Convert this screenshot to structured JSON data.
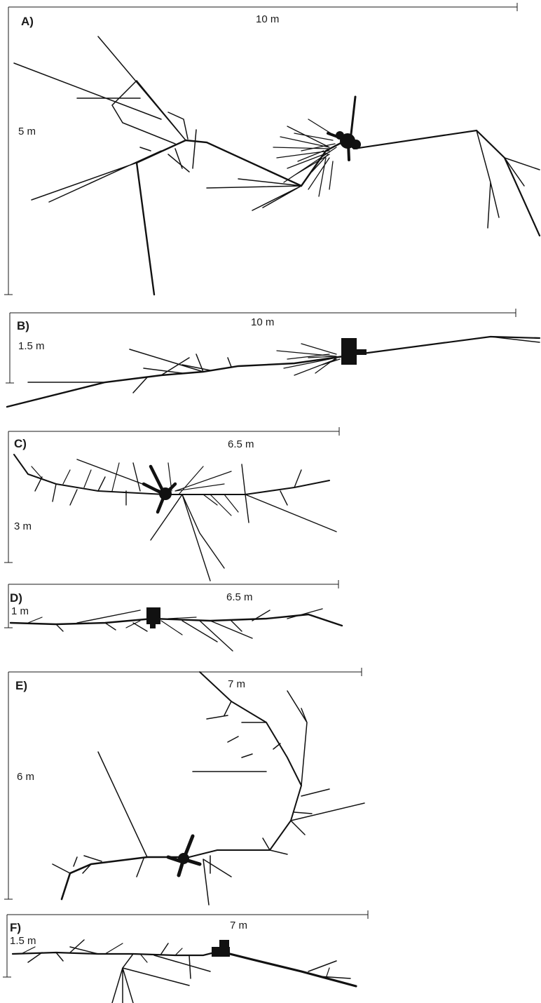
{
  "panels": [
    {
      "id": "A",
      "label": "A)",
      "h_scale": "10 m",
      "v_scale": "5 m"
    },
    {
      "id": "B",
      "label": "B)",
      "h_scale": "10 m",
      "v_scale": "1.5 m"
    },
    {
      "id": "C",
      "label": "C)",
      "h_scale": "6.5 m",
      "v_scale": "3 m"
    },
    {
      "id": "D",
      "label": "D)",
      "h_scale": "6.5 m",
      "v_scale": "1 m"
    },
    {
      "id": "E",
      "label": "E)",
      "h_scale": "7 m",
      "v_scale": "6 m"
    },
    {
      "id": "F",
      "label": "F)",
      "h_scale": "7 m",
      "v_scale": "1.5 m"
    }
  ],
  "colors": {
    "ink": "#111111",
    "background": "#ffffff"
  }
}
